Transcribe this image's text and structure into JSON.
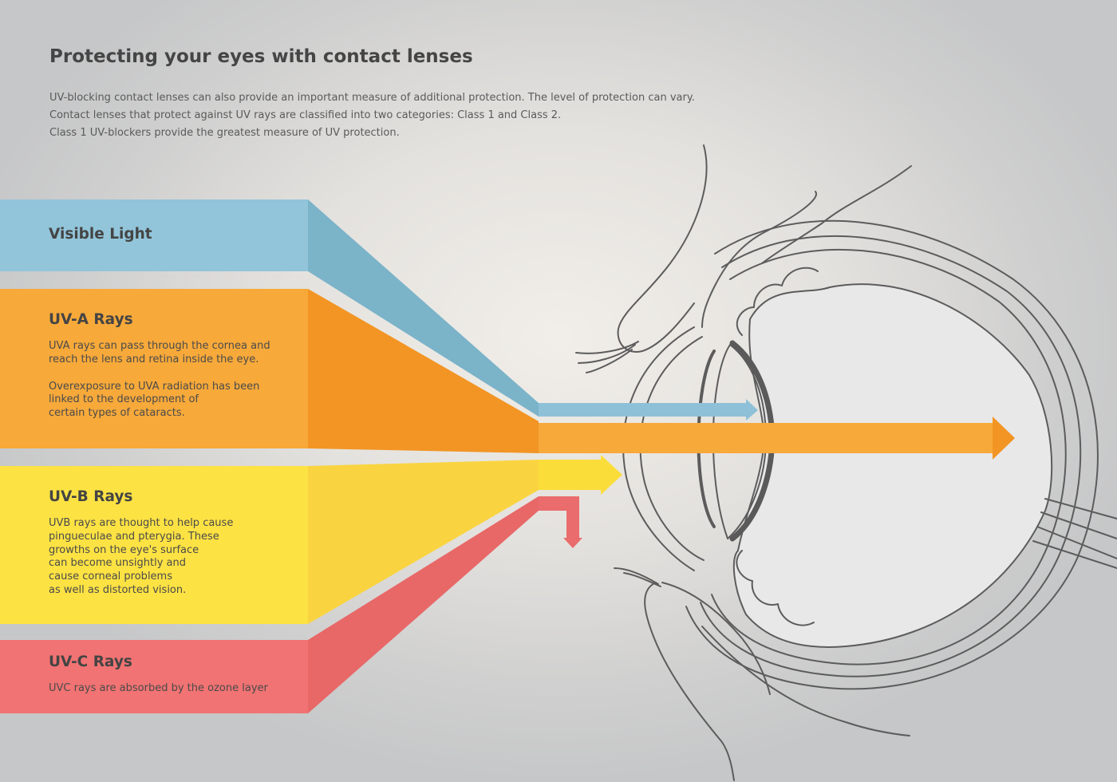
{
  "page": {
    "title": "Protecting your eyes with contact lenses",
    "intro": [
      "UV-blocking contact lenses can also provide an important measure of additional protection. The level of protection can vary.",
      "Contact lenses that protect against UV rays are classified into two categories: Class 1 and Class 2.",
      "Class 1 UV-blockers provide the greatest measure of UV protection."
    ]
  },
  "bands": {
    "visible": {
      "title": "Visible Light",
      "color": "#92c5da"
    },
    "uva": {
      "title": "UV-A Rays",
      "desc1": "UVA rays can pass through the cornea and\nreach the lens and retina inside the eye.",
      "desc2": "Overexposure to UVA radiation has been\nlinked to the development of\ncertain types of cataracts.",
      "color": "#f7a93a"
    },
    "uvb": {
      "title": "UV-B Rays",
      "desc1": "UVB rays are thought to help cause\npingueculae and pterygia. These\ngrowths on the eye's surface\ncan become unsightly and\ncause corneal problems\nas well as distorted vision.",
      "color": "#fde243"
    },
    "uvc": {
      "title": "UV-C Rays",
      "desc1": "UVC rays are absorbed by the ozone layer",
      "color": "#f17373"
    }
  },
  "colors": {
    "eye_outline": "#5a5a5a",
    "eye_fill": "#e9e9ea",
    "background": "#e4e2de"
  }
}
